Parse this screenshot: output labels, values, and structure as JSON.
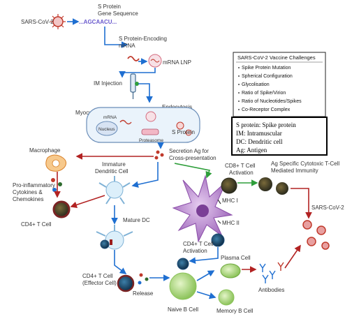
{
  "labels": {
    "sars_cov2_virus": "SARS-CoV-2",
    "s_protein_gene_sequence": [
      "S Protein",
      "Gene Sequence"
    ],
    "sequence_text": "...AGCAACU...",
    "s_protein_encoding_mrna": [
      "S Protein-Encoding",
      "mRNA"
    ],
    "mrna_lnp": "mRNA LNP",
    "im_injection": "IM Injection",
    "endocytosis": "Endocytosis",
    "myocyte": "Myocyte",
    "mrna": "mRNA",
    "nucleus": "Nucleus",
    "proteasome": "Proteasome",
    "s_protein": "S Protein",
    "secretion": [
      "Secretion Ag for",
      "Cross-presentation"
    ],
    "macrophage": "Macrophage",
    "immature_dc": [
      "Immature",
      "Dendritic Cell"
    ],
    "pro_inflammatory": [
      "Pro-inflammatory",
      "Cytokines &",
      "Chemokines"
    ],
    "cd4_t_cell_left": "CD4+ T Cell",
    "mature_dc": "Mature DC",
    "cd8_activation": [
      "CD8+ T Cell",
      "Activation"
    ],
    "ag_specific": [
      "Ag Specific Cytotoxic T-Cell",
      "Mediated Immunity"
    ],
    "mhc_i": "MHC I",
    "mhc_ii": "MHC II",
    "cd4_activation": [
      "CD4+ T Cell",
      "Activation"
    ],
    "sars_cov2_right": "SARS-CoV-2",
    "plasma_cell": "Plasma Cell",
    "antibodies": "Antibodies",
    "cd4_effector": [
      "CD4+ T Cell",
      "(Effector Cell)"
    ],
    "release": "Release",
    "naive_b_cell": "Naive B Cell",
    "memory_b_cell": "Memory B Cell"
  },
  "challenges_box": {
    "title": "SARS-CoV-2 Vaccine Challenges",
    "items": [
      "Spike Protein Mutation",
      "Spherical Configuration",
      "Glycolisation",
      "Ratio of Spike/Virion",
      "Ratio of Nucleotides/Spikes",
      "Co-Receptor Complex"
    ]
  },
  "abbreviations_box": {
    "items": [
      "S protein: Spike protein",
      "IM: Intramuscular",
      "DC: Dendritic cell",
      "Ag: Antigen"
    ]
  },
  "colors": {
    "flow_arrow": "#1f6fd1",
    "activation_arrow": "#2e9e3a",
    "inhibition_arrow": "#b22222",
    "virus": "#c0392b",
    "dendritic_cell": "#b07cc6",
    "b_cell": "#9ccf6a"
  }
}
